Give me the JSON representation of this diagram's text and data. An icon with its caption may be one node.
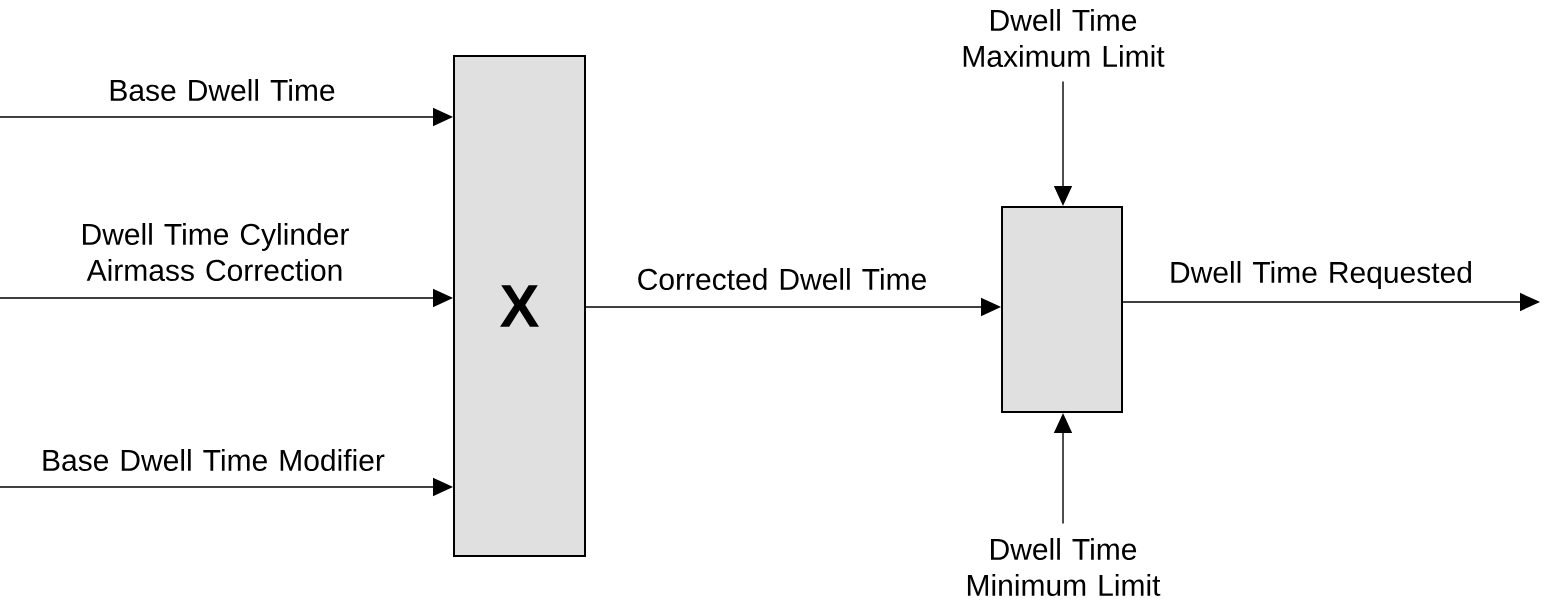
{
  "diagram": {
    "nodes": [
      {
        "text": [
          "X"
        ]
      },
      {
        "text": [],
        "shape": "box"
      },
      {
        "text": [
          "Dwell Time Maximum Limit"
        ]
      },
      {
        "text": [
          "Dwell Time Minimum Limit"
        ]
      }
    ],
    "edges": [
      {
        "from": null,
        "to": 0,
        "arrow": "to",
        "label": "Base Dwell Time"
      },
      {
        "from": null,
        "to": 0,
        "arrow": "to",
        "label": "Dwell Time Cylinder Airmass Correction"
      },
      {
        "from": null,
        "to": 0,
        "arrow": "to",
        "label": "Base Dwell Time Modifier"
      },
      {
        "from": 0,
        "to": 1,
        "arrow": "to",
        "label": "Corrected Dwell Time"
      },
      {
        "from": 2,
        "to": 1,
        "arrow": "to"
      },
      {
        "from": 3,
        "to": 1,
        "arrow": "to"
      },
      {
        "from": 1,
        "to": null,
        "arrow": "to",
        "label": "Dwell Time Requested"
      }
    ]
  }
}
